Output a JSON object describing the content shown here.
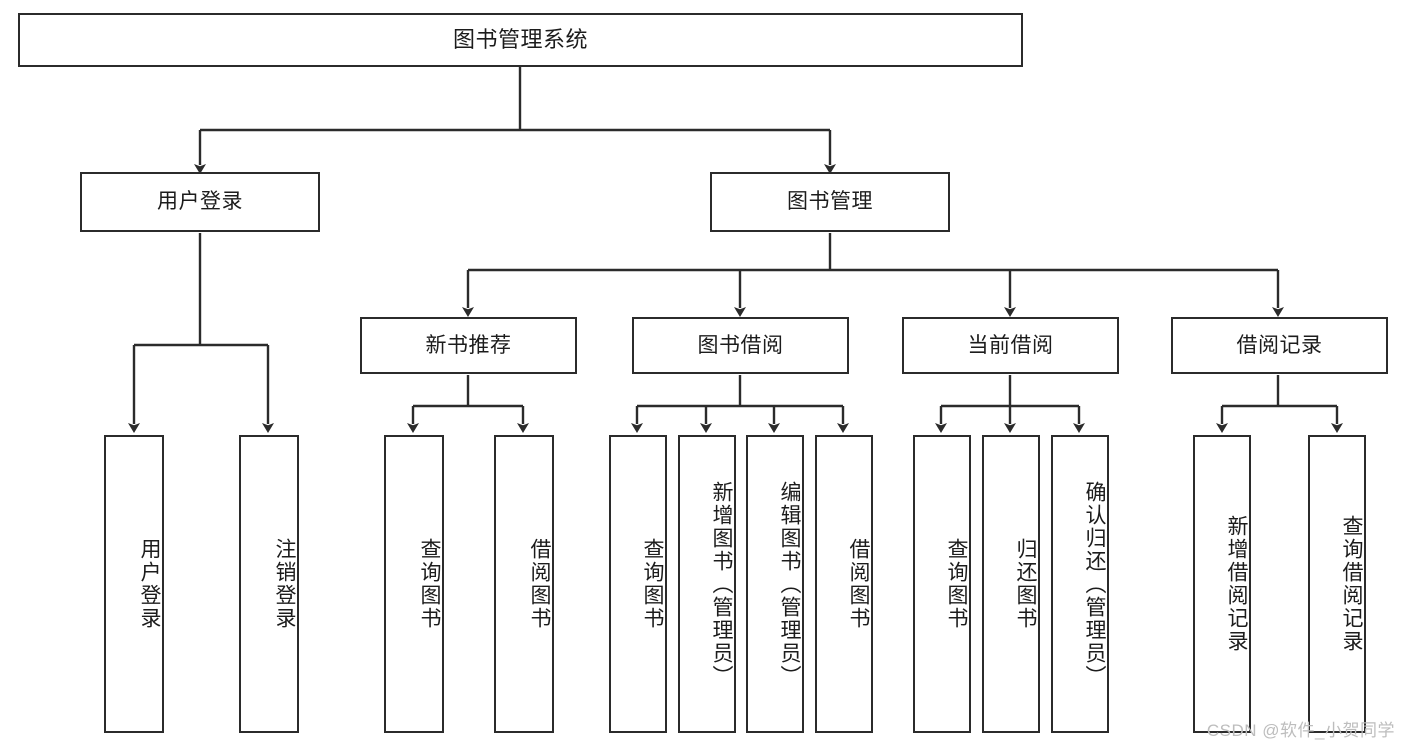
{
  "diagram": {
    "title": "图书管理系统",
    "type": "functional-structure-tree",
    "stroke_color": "#2b2b2b",
    "text_color": "#1c1c1c",
    "background_color": "#ffffff"
  },
  "nodes": {
    "root": {
      "label": "图书管理系统"
    },
    "level2": [
      {
        "label": "用户登录"
      },
      {
        "label": "图书管理"
      }
    ],
    "level3": [
      {
        "label": "新书推荐"
      },
      {
        "label": "图书借阅"
      },
      {
        "label": "当前借阅"
      },
      {
        "label": "借阅记录"
      }
    ],
    "leaves": {
      "user_login": [
        {
          "label": "用户登录"
        },
        {
          "label": "注销登录"
        }
      ],
      "new_book": [
        {
          "label": "查询图书"
        },
        {
          "label": "借阅图书"
        }
      ],
      "book_borrow": [
        {
          "label": "查询图书"
        },
        {
          "label": "新增图书（管理员）"
        },
        {
          "label": "编辑图书（管理员）"
        },
        {
          "label": "借阅图书"
        }
      ],
      "current_borrow": [
        {
          "label": "查询图书"
        },
        {
          "label": "归还图书"
        },
        {
          "label": "确认归还（管理员）"
        }
      ],
      "borrow_record": [
        {
          "label": "新增借阅记录"
        },
        {
          "label": "查询借阅记录"
        }
      ]
    }
  },
  "watermark": {
    "text": "CSDN @软件_小贺同学"
  }
}
